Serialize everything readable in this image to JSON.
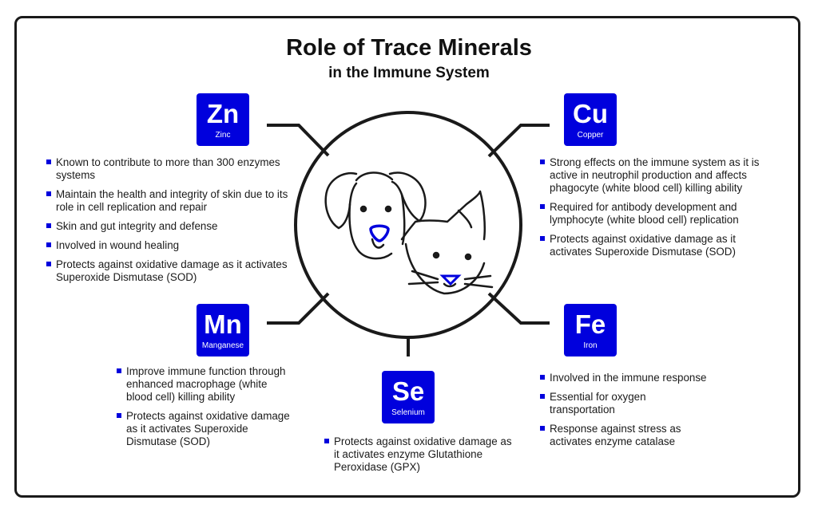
{
  "title": "Role of Trace Minerals",
  "subtitle": "in the Immune System",
  "accent_color": "#0000dd",
  "minerals": {
    "zinc": {
      "symbol": "Zn",
      "name": "Zinc",
      "points": [
        "Known to contribute to more than 300 enzymes systems",
        "Maintain the health and integrity of skin due to its role in cell replication and repair",
        "Skin and gut integrity and defense",
        "Involved in wound healing",
        "Protects against oxidative damage as it activates Superoxide Dismutase (SOD)"
      ]
    },
    "copper": {
      "symbol": "Cu",
      "name": "Copper",
      "points": [
        "Strong effects on the immune system as it is active in neutrophil production and affects phagocyte (white blood cell) killing ability",
        "Required for antibody development and lymphocyte (white blood cell) replication",
        "Protects against oxidative damage as it activates Superoxide Dismutase (SOD)"
      ]
    },
    "manganese": {
      "symbol": "Mn",
      "name": "Manganese",
      "points": [
        "Improve immune function through enhanced macrophage (white blood cell) killing ability",
        "Protects against oxidative damage as it activates Superoxide Dismutase (SOD)"
      ]
    },
    "selenium": {
      "symbol": "Se",
      "name": "Selenium",
      "points": [
        "Protects against oxidative damage as it activates enzyme Glutathione Peroxidase (GPX)"
      ]
    },
    "iron": {
      "symbol": "Fe",
      "name": "Iron",
      "points": [
        "Involved in the immune response",
        "Essential for oxygen transportation",
        "Response against stress as activates enzyme catalase"
      ]
    }
  }
}
